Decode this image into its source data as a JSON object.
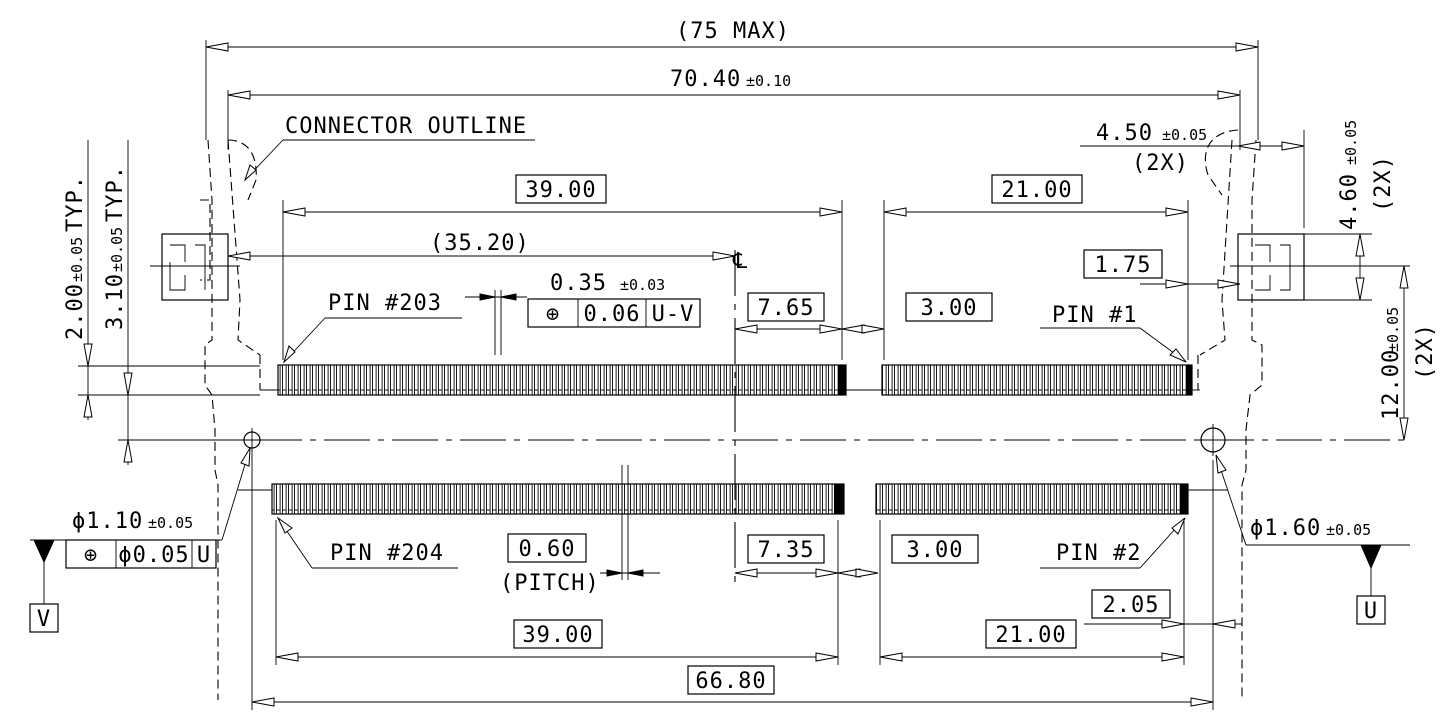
{
  "overall_max": "(75 MAX)",
  "overall_width": "70.40",
  "overall_width_tol": "±0.10",
  "connector_outline_label": "CONNECTOR OUTLINE",
  "top_left_len": "39.00",
  "top_right_len": "21.00",
  "center_offset": "(35.20)",
  "centerline_symbol": "℄",
  "pin_offset_1_75": "1.75",
  "pad_width": "4.50",
  "pad_width_tol": "±0.05",
  "pad_width_count": "(2X)",
  "pad_height": "4.60",
  "pad_height_tol": "±0.05",
  "pad_height_count": "(2X)",
  "pad_y": "12.00",
  "pad_y_tol": "±0.05",
  "pad_y_count": "(2X)",
  "row_offset_2": "2.00",
  "row_offset_2_tol": "±0.05",
  "row_offset_2_typ": "TYP.",
  "row_offset_3": "3.10",
  "row_offset_3_tol": "±0.05",
  "row_offset_3_typ": "TYP.",
  "pin_203": "PIN #203",
  "pin_204": "PIN #204",
  "pin_1": "PIN #1",
  "pin_2": "PIN #2",
  "pin_width": "0.35",
  "pin_width_tol": "±0.03",
  "fcf_top": {
    "symbol": "⊕",
    "tol": "0.06",
    "datum": "U-V"
  },
  "top_key_left": "7.65",
  "top_key_right": "3.00",
  "bottom_key_left": "7.35",
  "bottom_key_right": "3.00",
  "pitch": "0.60",
  "pitch_label": "(PITCH)",
  "hole_left_dia": "ϕ1.10",
  "hole_left_tol": "±0.05",
  "fcf_bottom": {
    "symbol": "⊕",
    "tol": "ϕ0.05",
    "datum": "U"
  },
  "hole_right_dia": "ϕ1.60",
  "hole_right_tol": "±0.05",
  "datum_v": "V",
  "datum_u": "U",
  "bottom_left_len": "39.00",
  "bottom_right_len": "21.00",
  "pin2_offset": "2.05",
  "hole_span": "66.80"
}
